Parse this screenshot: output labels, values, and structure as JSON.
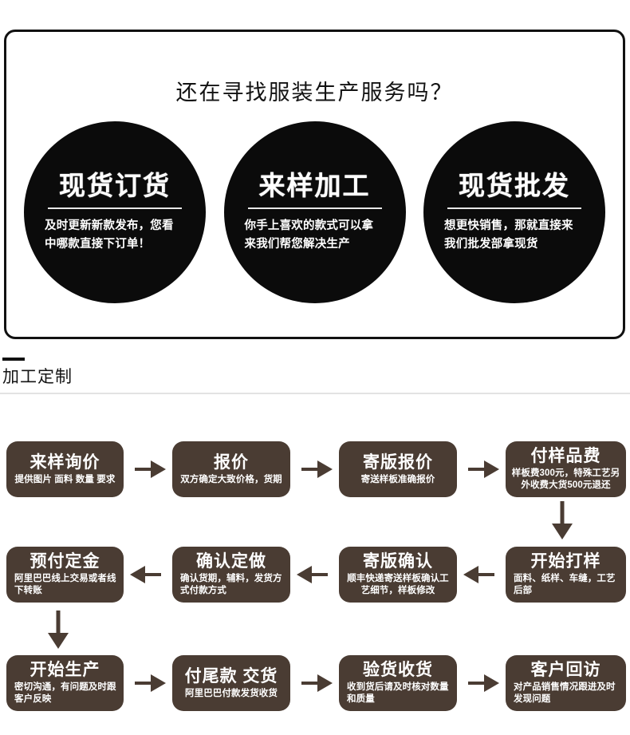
{
  "hero": {
    "title": "还在寻找服装生产服务吗？",
    "circles": [
      {
        "heading": "现货订货",
        "sub": "及时更新新款发布，您看中哪款直接下订单！"
      },
      {
        "heading": "来样加工",
        "sub": "你手上喜欢的款式可以拿来我们帮您解决生产"
      },
      {
        "heading": "现货批发",
        "sub": "想更快销售，那就直接来我们批发部拿现货"
      }
    ]
  },
  "section": {
    "title": "加工定制"
  },
  "flow": {
    "row1": [
      {
        "heading": "来样询价",
        "sub": "提供图片 面料 数量 要求"
      },
      {
        "heading": "报价",
        "sub": "双方确定大致价格，货期"
      },
      {
        "heading": "寄版报价",
        "sub": "寄送样板准确报价"
      },
      {
        "heading": "付样品费",
        "sub": "样板费300元，特殊工艺另外收费大货500元退还"
      }
    ],
    "row2": [
      {
        "heading": "预付定金",
        "sub": "阿里巴巴线上交易或者线下转账"
      },
      {
        "heading": "确认定做",
        "sub": "确认货期，辅料，发货方式付款方式"
      },
      {
        "heading": "寄版确认",
        "sub": "顺丰快递寄送样板确认工艺细节，样板修改"
      },
      {
        "heading": "开始打样",
        "sub": "面料、纸样、车缝，工艺后部"
      }
    ],
    "row3": [
      {
        "heading": "开始生产",
        "sub": "密切沟通，有问题及时跟客户反映"
      },
      {
        "heading": "付尾款 交货",
        "sub": "阿里巴巴付款发货收货"
      },
      {
        "heading": "验货收货",
        "sub": "收到货后请及时核对数量和质量"
      },
      {
        "heading": "客户回访",
        "sub": "对产品销售情况跟进及时发现问题"
      }
    ]
  },
  "colors": {
    "node_brown": "#4a3c33",
    "circle_black": "#0b0b0b",
    "border_black": "#111111"
  }
}
